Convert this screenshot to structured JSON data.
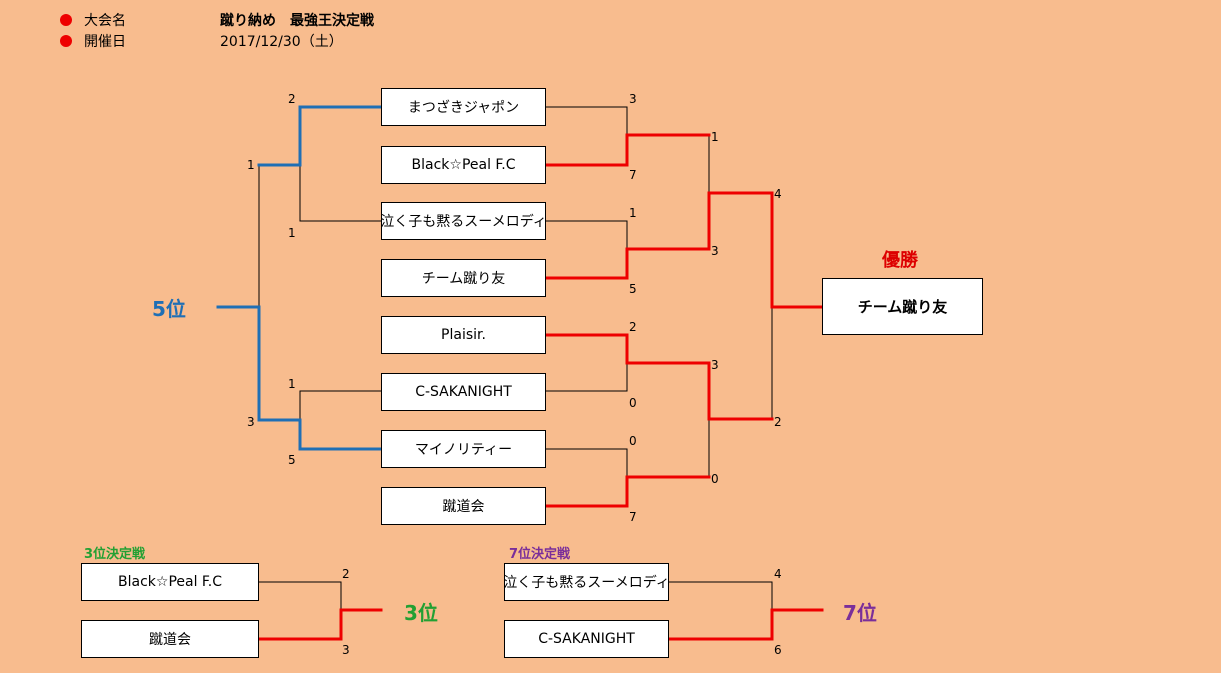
{
  "header": {
    "tournament_label": "大会名",
    "tournament_value": "蹴り納め　最強王決定戦",
    "date_label": "開催日",
    "date_value": "2017/12/30（土）"
  },
  "teams": [
    "まつざきジャポン",
    "Black☆Peal F.C",
    "泣く子も黙るスーメロディ",
    "チーム蹴り友",
    "Plaisir.",
    "C-SAKANIGHT",
    "マイノリティー",
    "蹴道会"
  ],
  "scores": {
    "r1": [
      "3",
      "7",
      "1",
      "5",
      "2",
      "0",
      "0",
      "7"
    ],
    "r2": [
      "1",
      "3",
      "3",
      "0"
    ],
    "final": [
      "4",
      "2"
    ],
    "fifth_r1": [
      "2",
      "1",
      "1",
      "5"
    ],
    "fifth_r2": [
      "1",
      "3"
    ],
    "third": [
      "2",
      "3"
    ],
    "seventh": [
      "4",
      "6"
    ]
  },
  "champion": {
    "label": "優勝",
    "team": "チーム蹴り友"
  },
  "fifth": {
    "label": "5位"
  },
  "third_place": {
    "title": "3位決定戦",
    "teams": [
      "Black☆Peal F.C",
      "蹴道会"
    ],
    "label": "3位"
  },
  "seventh_place": {
    "title": "7位決定戦",
    "teams": [
      "泣く子も黙るスーメロディ",
      "C-SAKANIGHT"
    ],
    "label": "7位"
  },
  "colors": {
    "winner": "#EE0000",
    "fifth": "#1F6FB5",
    "third": "#22A033",
    "seventh": "#7A2E9A",
    "champion": "#DD0000",
    "line": "#000000"
  }
}
